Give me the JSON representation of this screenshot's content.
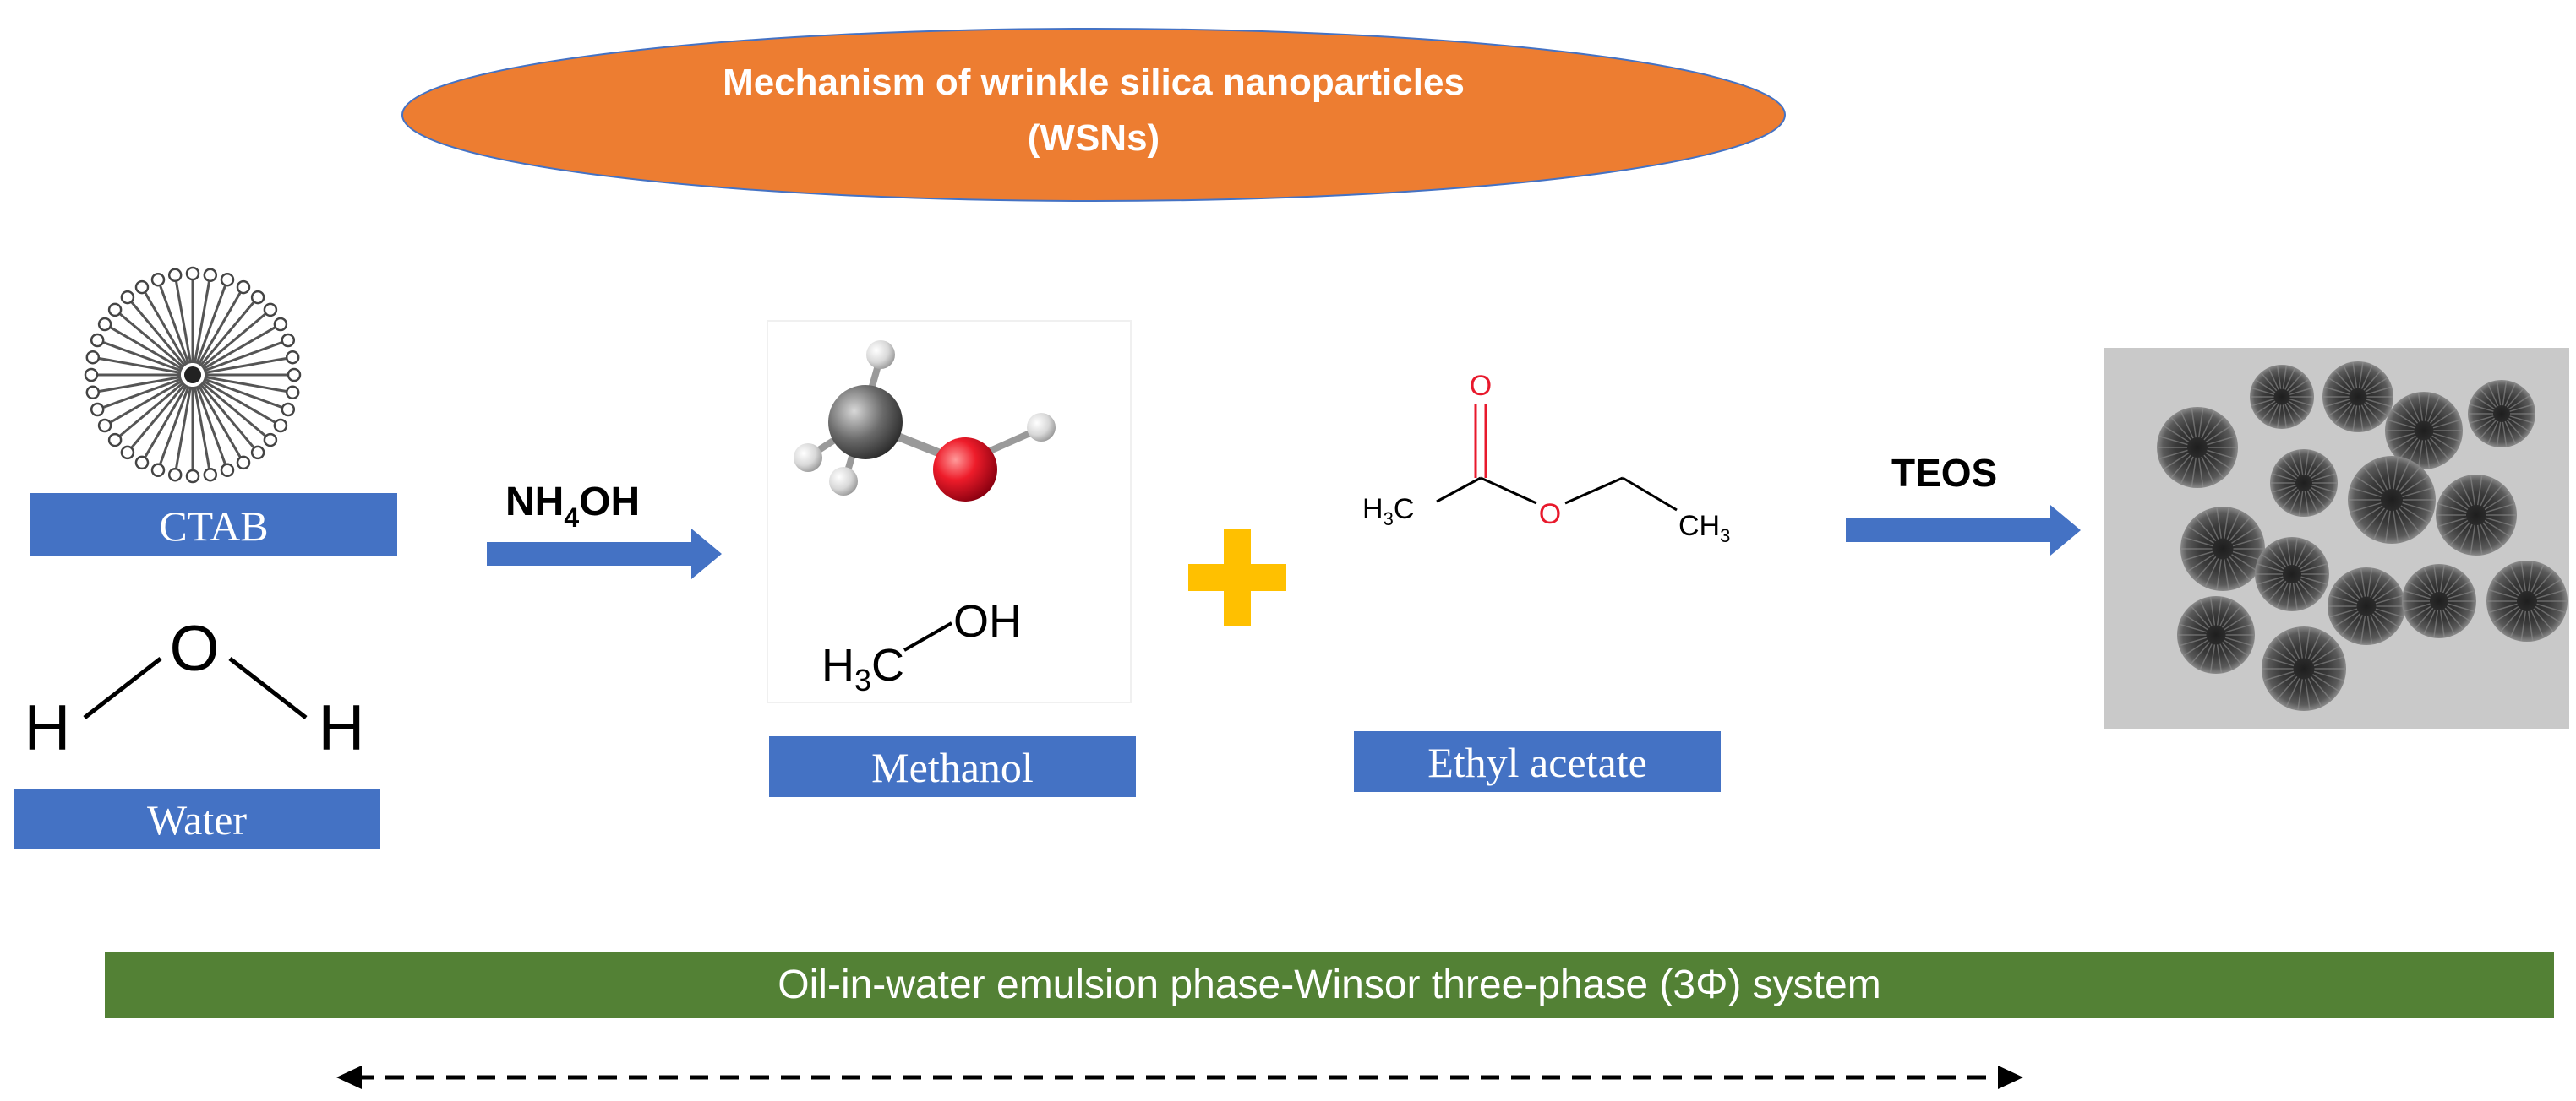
{
  "title": {
    "line1": "Mechanism of wrinkle silica nanoparticles",
    "line2": "(WSNs)"
  },
  "labels": {
    "ctab": "CTAB",
    "water": "Water",
    "methanol": "Methanol",
    "ethyl_acetate": "Ethyl acetate"
  },
  "reagents": {
    "nh4oh_main": "NH",
    "nh4oh_sub": "4",
    "nh4oh_tail": "OH",
    "teos": "TEOS"
  },
  "water_structure": {
    "o": "O",
    "h_left": "H",
    "h_right": "H"
  },
  "methanol_formula": {
    "h": "H",
    "sub": "3",
    "c": "C",
    "oh": "OH"
  },
  "ethyl_acetate_structure": {
    "o_top": "O",
    "h3c_h": "H",
    "h3c_sub": "3",
    "h3c_c": "C",
    "o_ester": "O",
    "ch3_c": "CH",
    "ch3_sub": "3"
  },
  "phase_bar": "Oil-in-water emulsion phase-Winsor three-phase (3Φ) system",
  "colors": {
    "title_ellipse": "#ED7D31",
    "label_box": "#4472C4",
    "arrow": "#4472C4",
    "plus": "#FFC000",
    "phase_bar": "#538135",
    "oxygen": "#E8192C"
  }
}
